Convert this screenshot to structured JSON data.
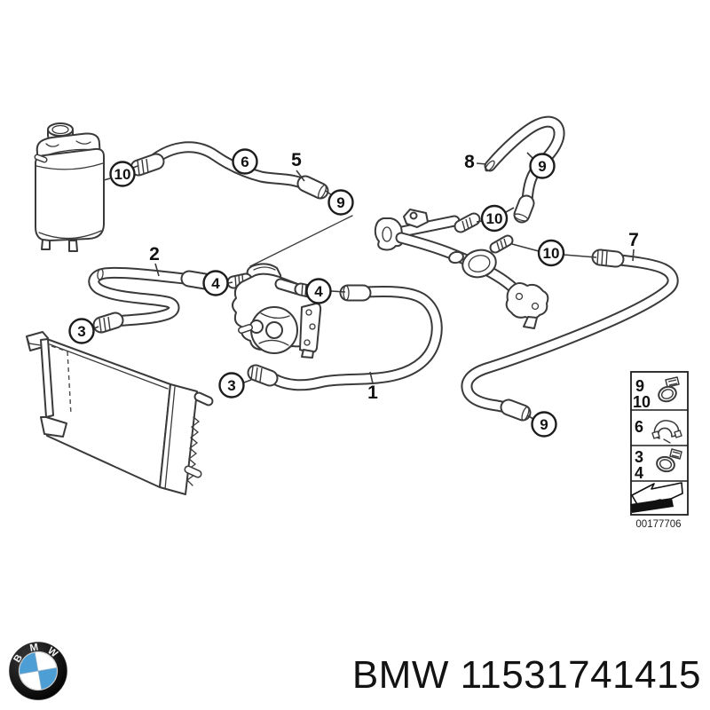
{
  "colors": {
    "line": "#3a3a3a",
    "text": "#111111",
    "bmw_blue": "#4e9ed6",
    "background": "#ffffff"
  },
  "diagram": {
    "clamp_callouts": {
      "tank_outlet": "10",
      "hose5_middle": "6",
      "hose5_end": "9",
      "hose8_top": "9",
      "pipe_upper_fitting": "10",
      "pipe_lower_fitting": "10",
      "pump_inlet_left": "4",
      "pump_outlet_right": "4",
      "hose2_lower": "3",
      "hose1_lower": "3",
      "hose7_end": "9"
    },
    "part_labels": {
      "hose1": "1",
      "hose2": "2",
      "hose5": "5",
      "hose7": "7",
      "hose8": "8"
    },
    "legend": {
      "row1": [
        "9",
        "10"
      ],
      "row2": [
        "6"
      ],
      "row3": [
        "3",
        "4"
      ],
      "drawing_number": "00177706"
    }
  },
  "footer": {
    "logo_letters": [
      "B",
      "M",
      "W"
    ],
    "part_number": "BMW 11531741415"
  }
}
